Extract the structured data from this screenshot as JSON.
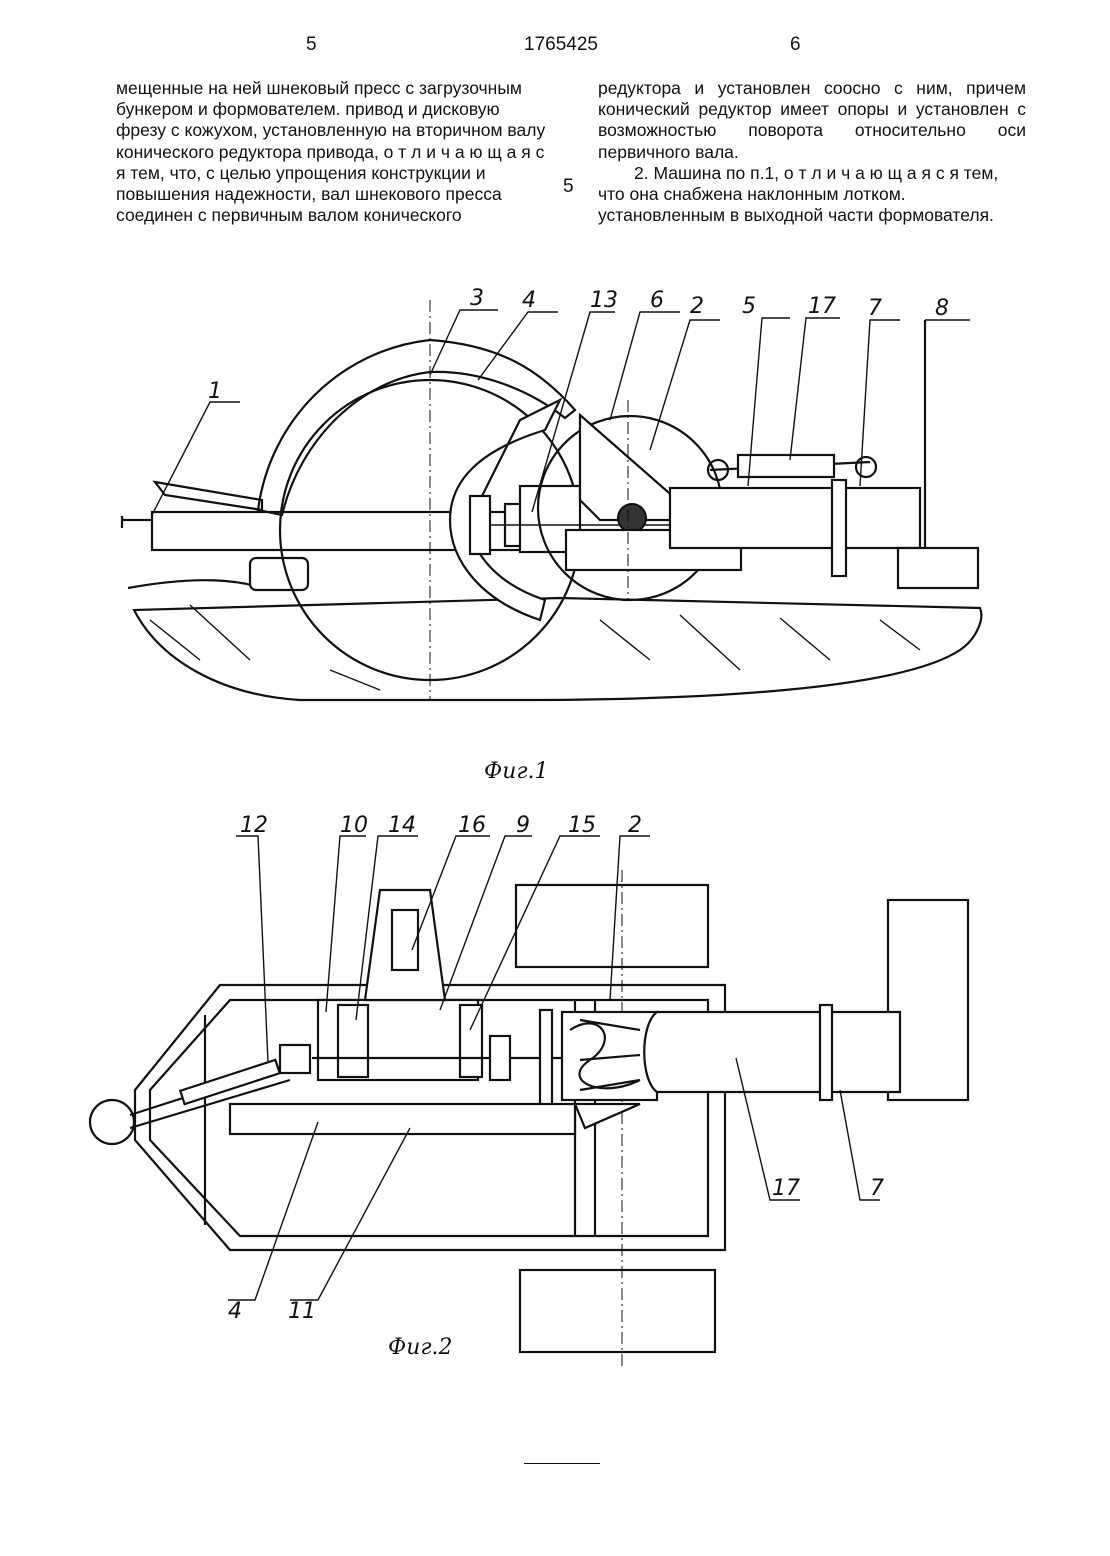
{
  "header": {
    "page_left": "5",
    "patent_number": "1765425",
    "page_right": "6"
  },
  "left_column": {
    "text": "мещенные на ней шнековый пресс с загрузочным бункером и формователем. привод и дисковую фрезу с кожухом, установленную на вторичном валу конического редуктора привода, о т л и ч а ю щ а я с я тем, что, с целью упрощения конструкции и повышения надежности, вал шнекового пресса соединен с первичным валом конического"
  },
  "line_number": "5",
  "right_column": {
    "claim1_end": "редуктора и установлен соосно с ним, причем конический редуктор имеет опоры и установлен с возможностью поворота относительно оси первичного вала.",
    "claim2": "2. Машина по п.1, о т л и ч а ю щ а я с я тем, что она снабжена наклонным лотком. установленным в выходной части формователя."
  },
  "figure1": {
    "caption": "Фиг.1",
    "labels": [
      "1",
      "3",
      "4",
      "13",
      "6",
      "2",
      "5",
      "17",
      "7",
      "8"
    ]
  },
  "figure2": {
    "caption": "Фиг.2",
    "labels": [
      "12",
      "10",
      "14",
      "16",
      "9",
      "15",
      "2",
      "17",
      "7",
      "4",
      "11"
    ]
  }
}
